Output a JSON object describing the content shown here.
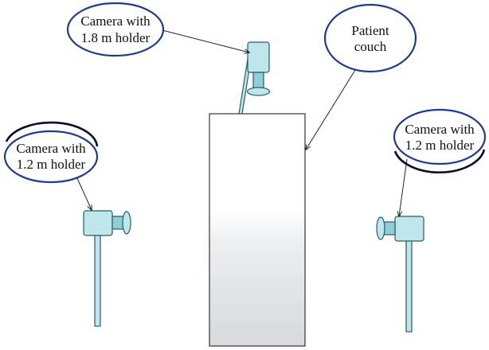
{
  "callouts": {
    "top_camera": {
      "line1": "Camera with",
      "line2": "1.8 m holder"
    },
    "couch": {
      "line1": "Patient",
      "line2": "couch"
    },
    "left_camera": {
      "line1": "Camera with",
      "line2": "1.2 m holder"
    },
    "right_camera": {
      "line1": "Camera with",
      "line2": "1.2 m holder"
    }
  },
  "colors": {
    "callout_border": "#1f3a8f",
    "device_fill": "#bfe6ea",
    "device_stroke": "#2b5a66",
    "couch_fill_top": "#ffffff",
    "couch_fill_bottom": "#d8dcdf"
  }
}
